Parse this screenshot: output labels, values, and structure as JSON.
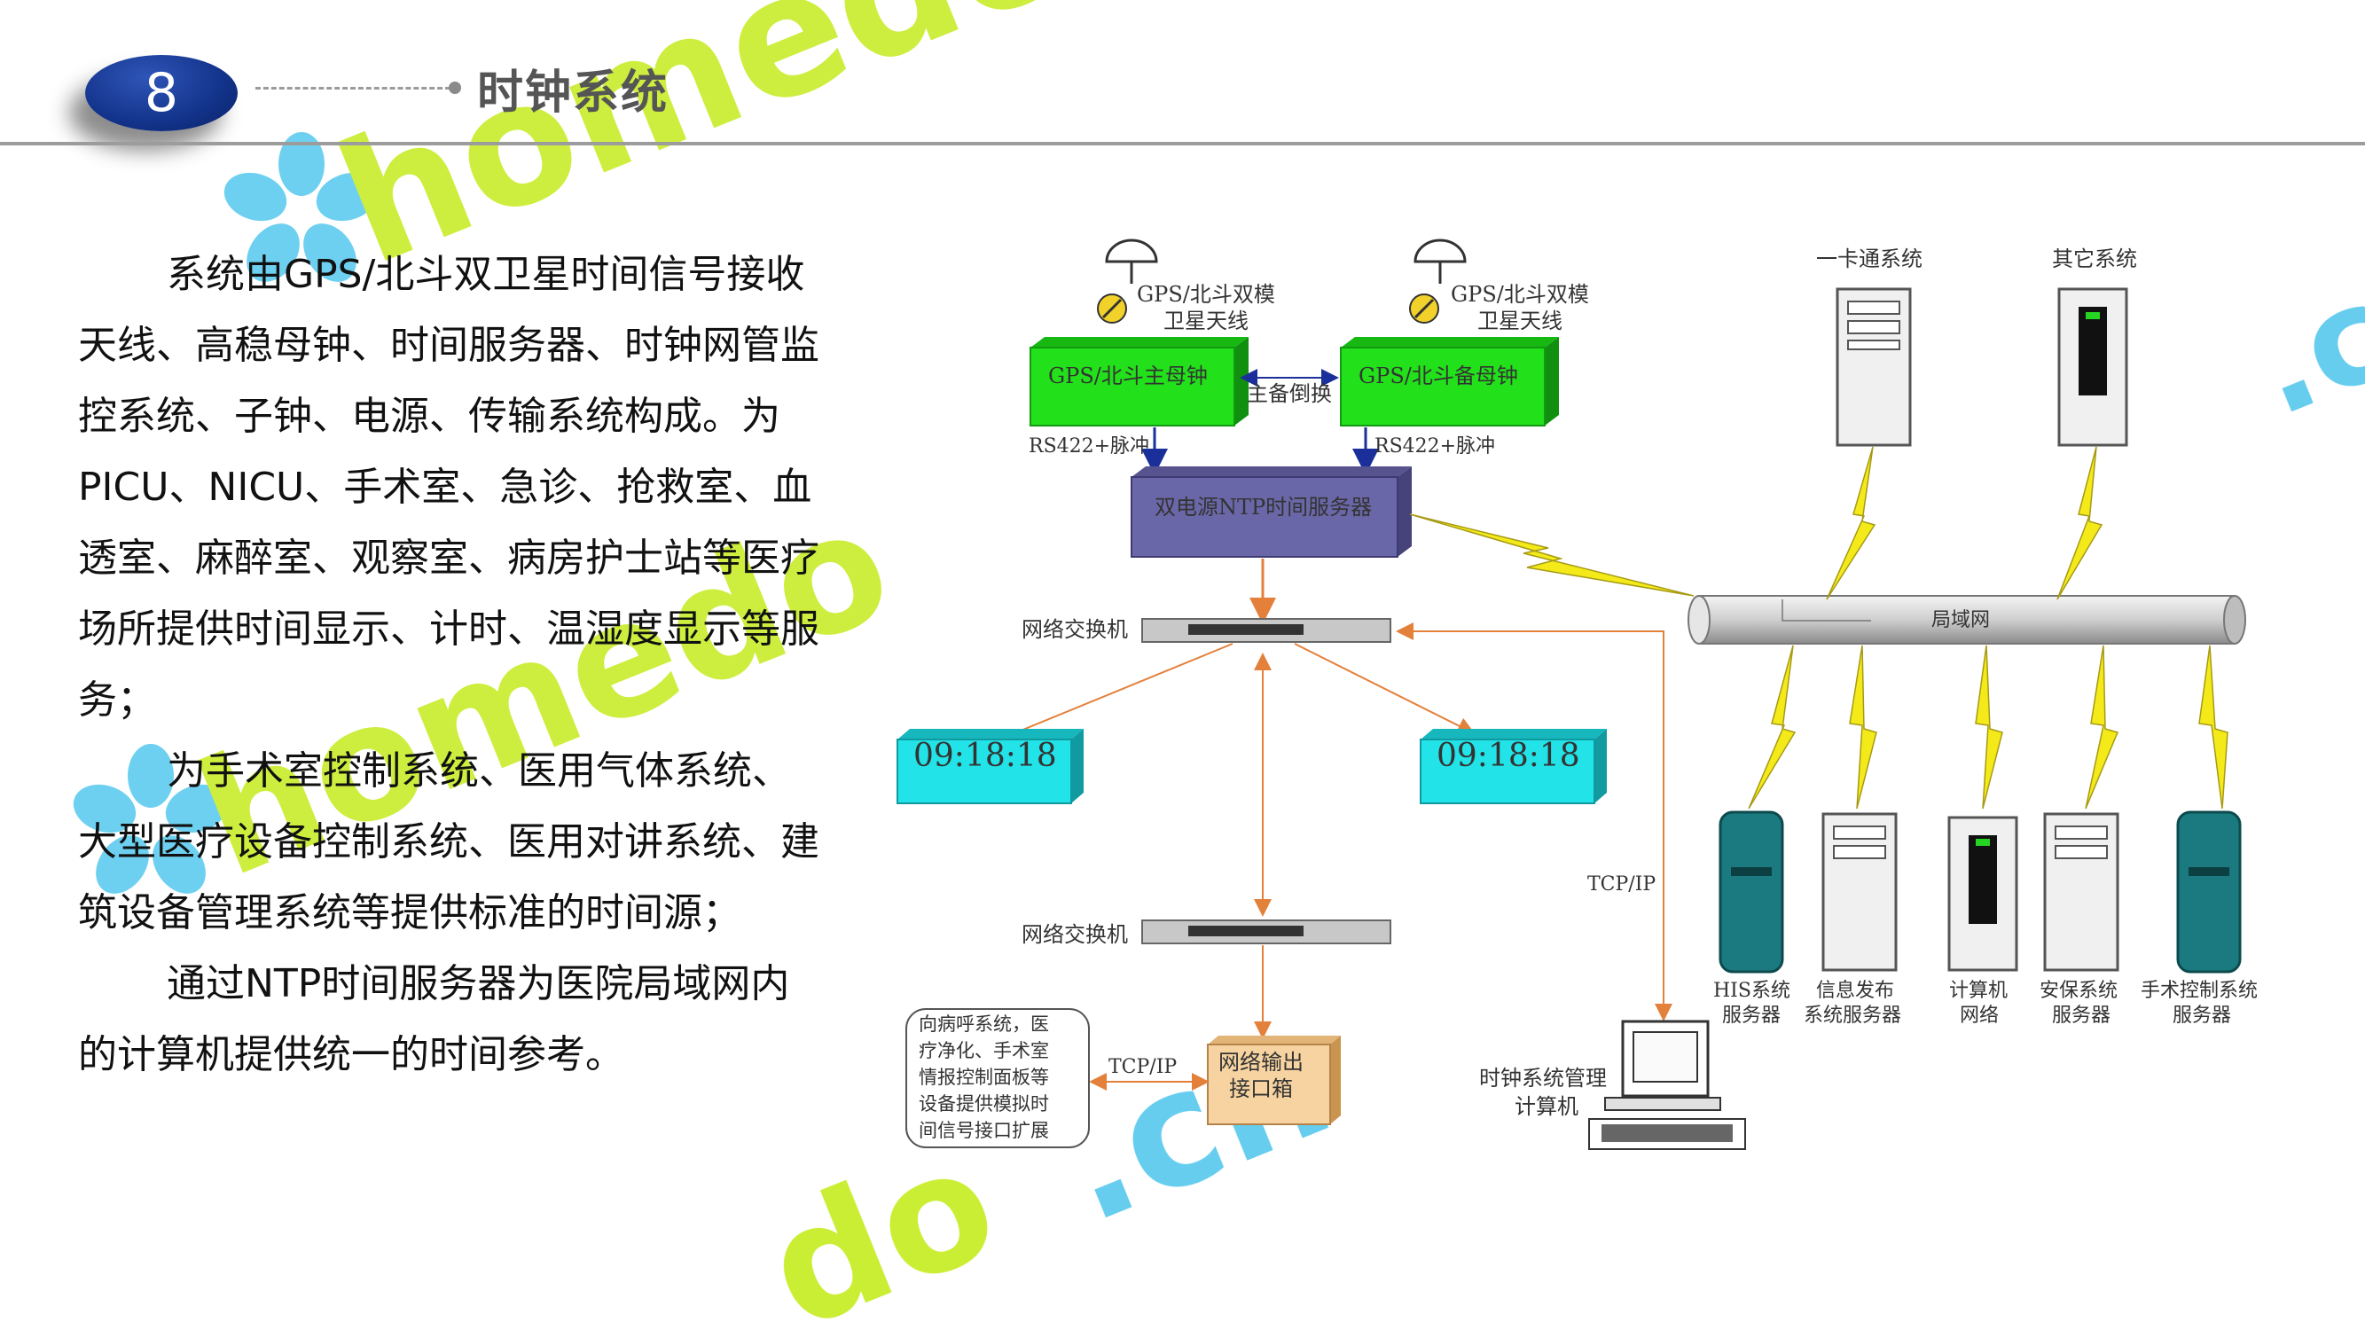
{
  "header": {
    "section_number": "8",
    "title": "时钟系统"
  },
  "body": {
    "paragraphs": [
      "系统由GPS/北斗双卫星时间信号接收天线、高稳母钟、时间服务器、时钟网管监控系统、子钟、电源、传输系统构成。为PICU、NICU、手术室、急诊、抢救室、血透室、麻醉室、观察室、病房护士站等医疗场所提供时间显示、计时、温湿度显示等服务；",
      "为手术室控制系统、医用气体系统、大型医疗设备控制系统、医用对讲系统、建筑设备管理系统等提供标准的时间源；",
      "通过NTP时间服务器为医院局域网内的计算机提供统一的时间参考。"
    ]
  },
  "diagram": {
    "antenna_main_label": [
      "GPS/北斗双模",
      "卫星天线"
    ],
    "antenna_backup_label": [
      "GPS/北斗双模",
      "卫星天线"
    ],
    "master_clock_main": "GPS/北斗主母钟",
    "master_clock_backup": "GPS/北斗备母钟",
    "switchover_label": "主备倒换",
    "rs422_left": "RS422+脉冲",
    "rs422_right": "RS422+脉冲",
    "ntp_server": "双电源NTP时间服务器",
    "switch_top": "网络交换机",
    "switch_bottom": "网络交换机",
    "clock_left_time": "09:18:18",
    "clock_right_time": "09:18:18",
    "lan_label": "局域网",
    "tcpip_vertical": "TCP/IP",
    "tcpip_horizontal": "TCP/IP",
    "card_system": "一卡通系统",
    "other_system": "其它系统",
    "output_box": [
      "网络输出",
      "接口箱"
    ],
    "ext_note": [
      "向病呼系统，医",
      "疗净化、手术室",
      "情报控制面板等",
      "设备提供模拟时",
      "间信号接口扩展"
    ],
    "mgmt_pc": [
      "时钟系统管理",
      "计算机"
    ],
    "servers": [
      {
        "line1": "HIS系统",
        "line2": "服务器"
      },
      {
        "line1": "信息发布",
        "line2": "系统服务器"
      },
      {
        "line1": "计算机",
        "line2": "网络"
      },
      {
        "line1": "安保系统",
        "line2": "服务器"
      },
      {
        "line1": "手术控制系统",
        "line2": "服务器"
      }
    ]
  },
  "colors": {
    "badge": "#13338a",
    "green_clock": "#22e11a",
    "ntp_purple": "#6a67a8",
    "cyan_clock": "#22e3e8",
    "lightning": "#f4ea1a",
    "watermark_green": "#c5ec1e",
    "watermark_blue": "#55c8ee"
  }
}
